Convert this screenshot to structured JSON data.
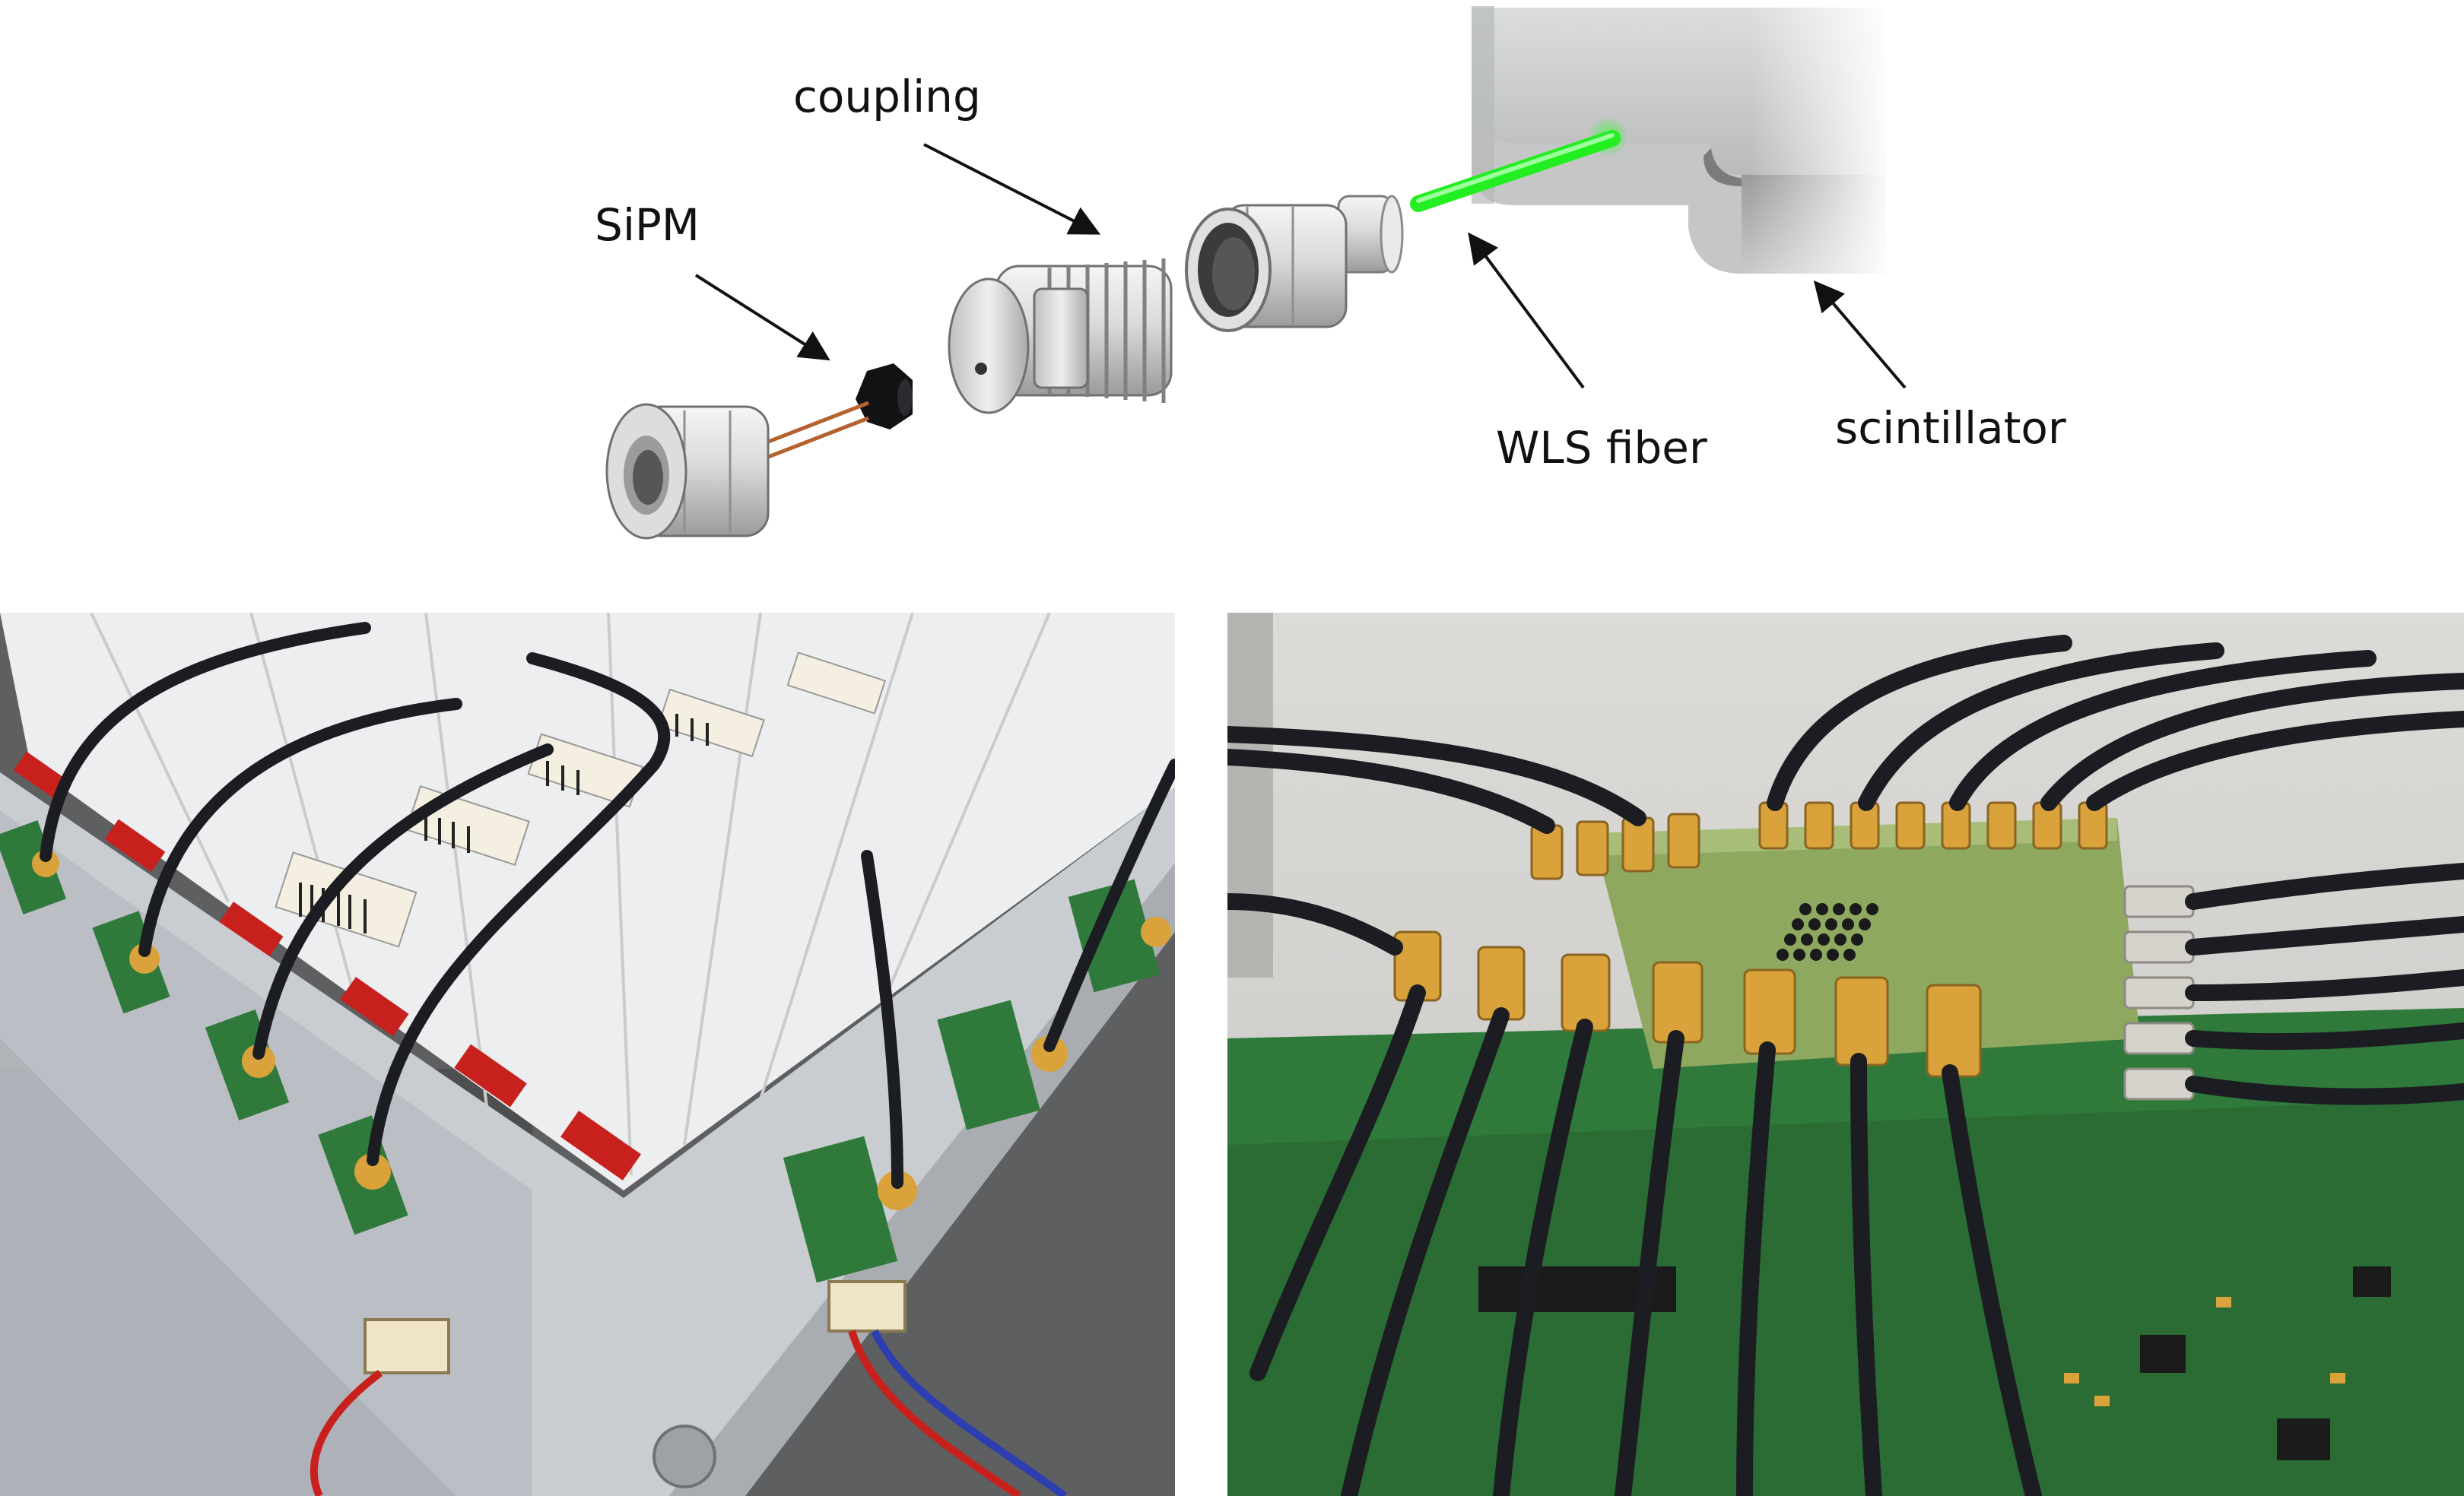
{
  "labels": {
    "coupling": "coupling",
    "sipm": "SiPM",
    "wls_fiber": "WLS fiber",
    "scintillator": "scintillator"
  },
  "colors": {
    "fiber_glow": "#22ee22",
    "metal_light": "#e4e6e6",
    "metal_dark": "#8a8c8c",
    "pcb_green": "#2f7a3a",
    "gold_connector": "#d9a23a",
    "cable_black": "#1c1d22",
    "aluminum_rail": "#c9ccd0",
    "red_spacer": "#c8201c",
    "scintillator_white": "#eef0f0"
  },
  "icons": {
    "left_photo": "scintillator-module-photo",
    "right_photo": "readout-board-photo"
  }
}
